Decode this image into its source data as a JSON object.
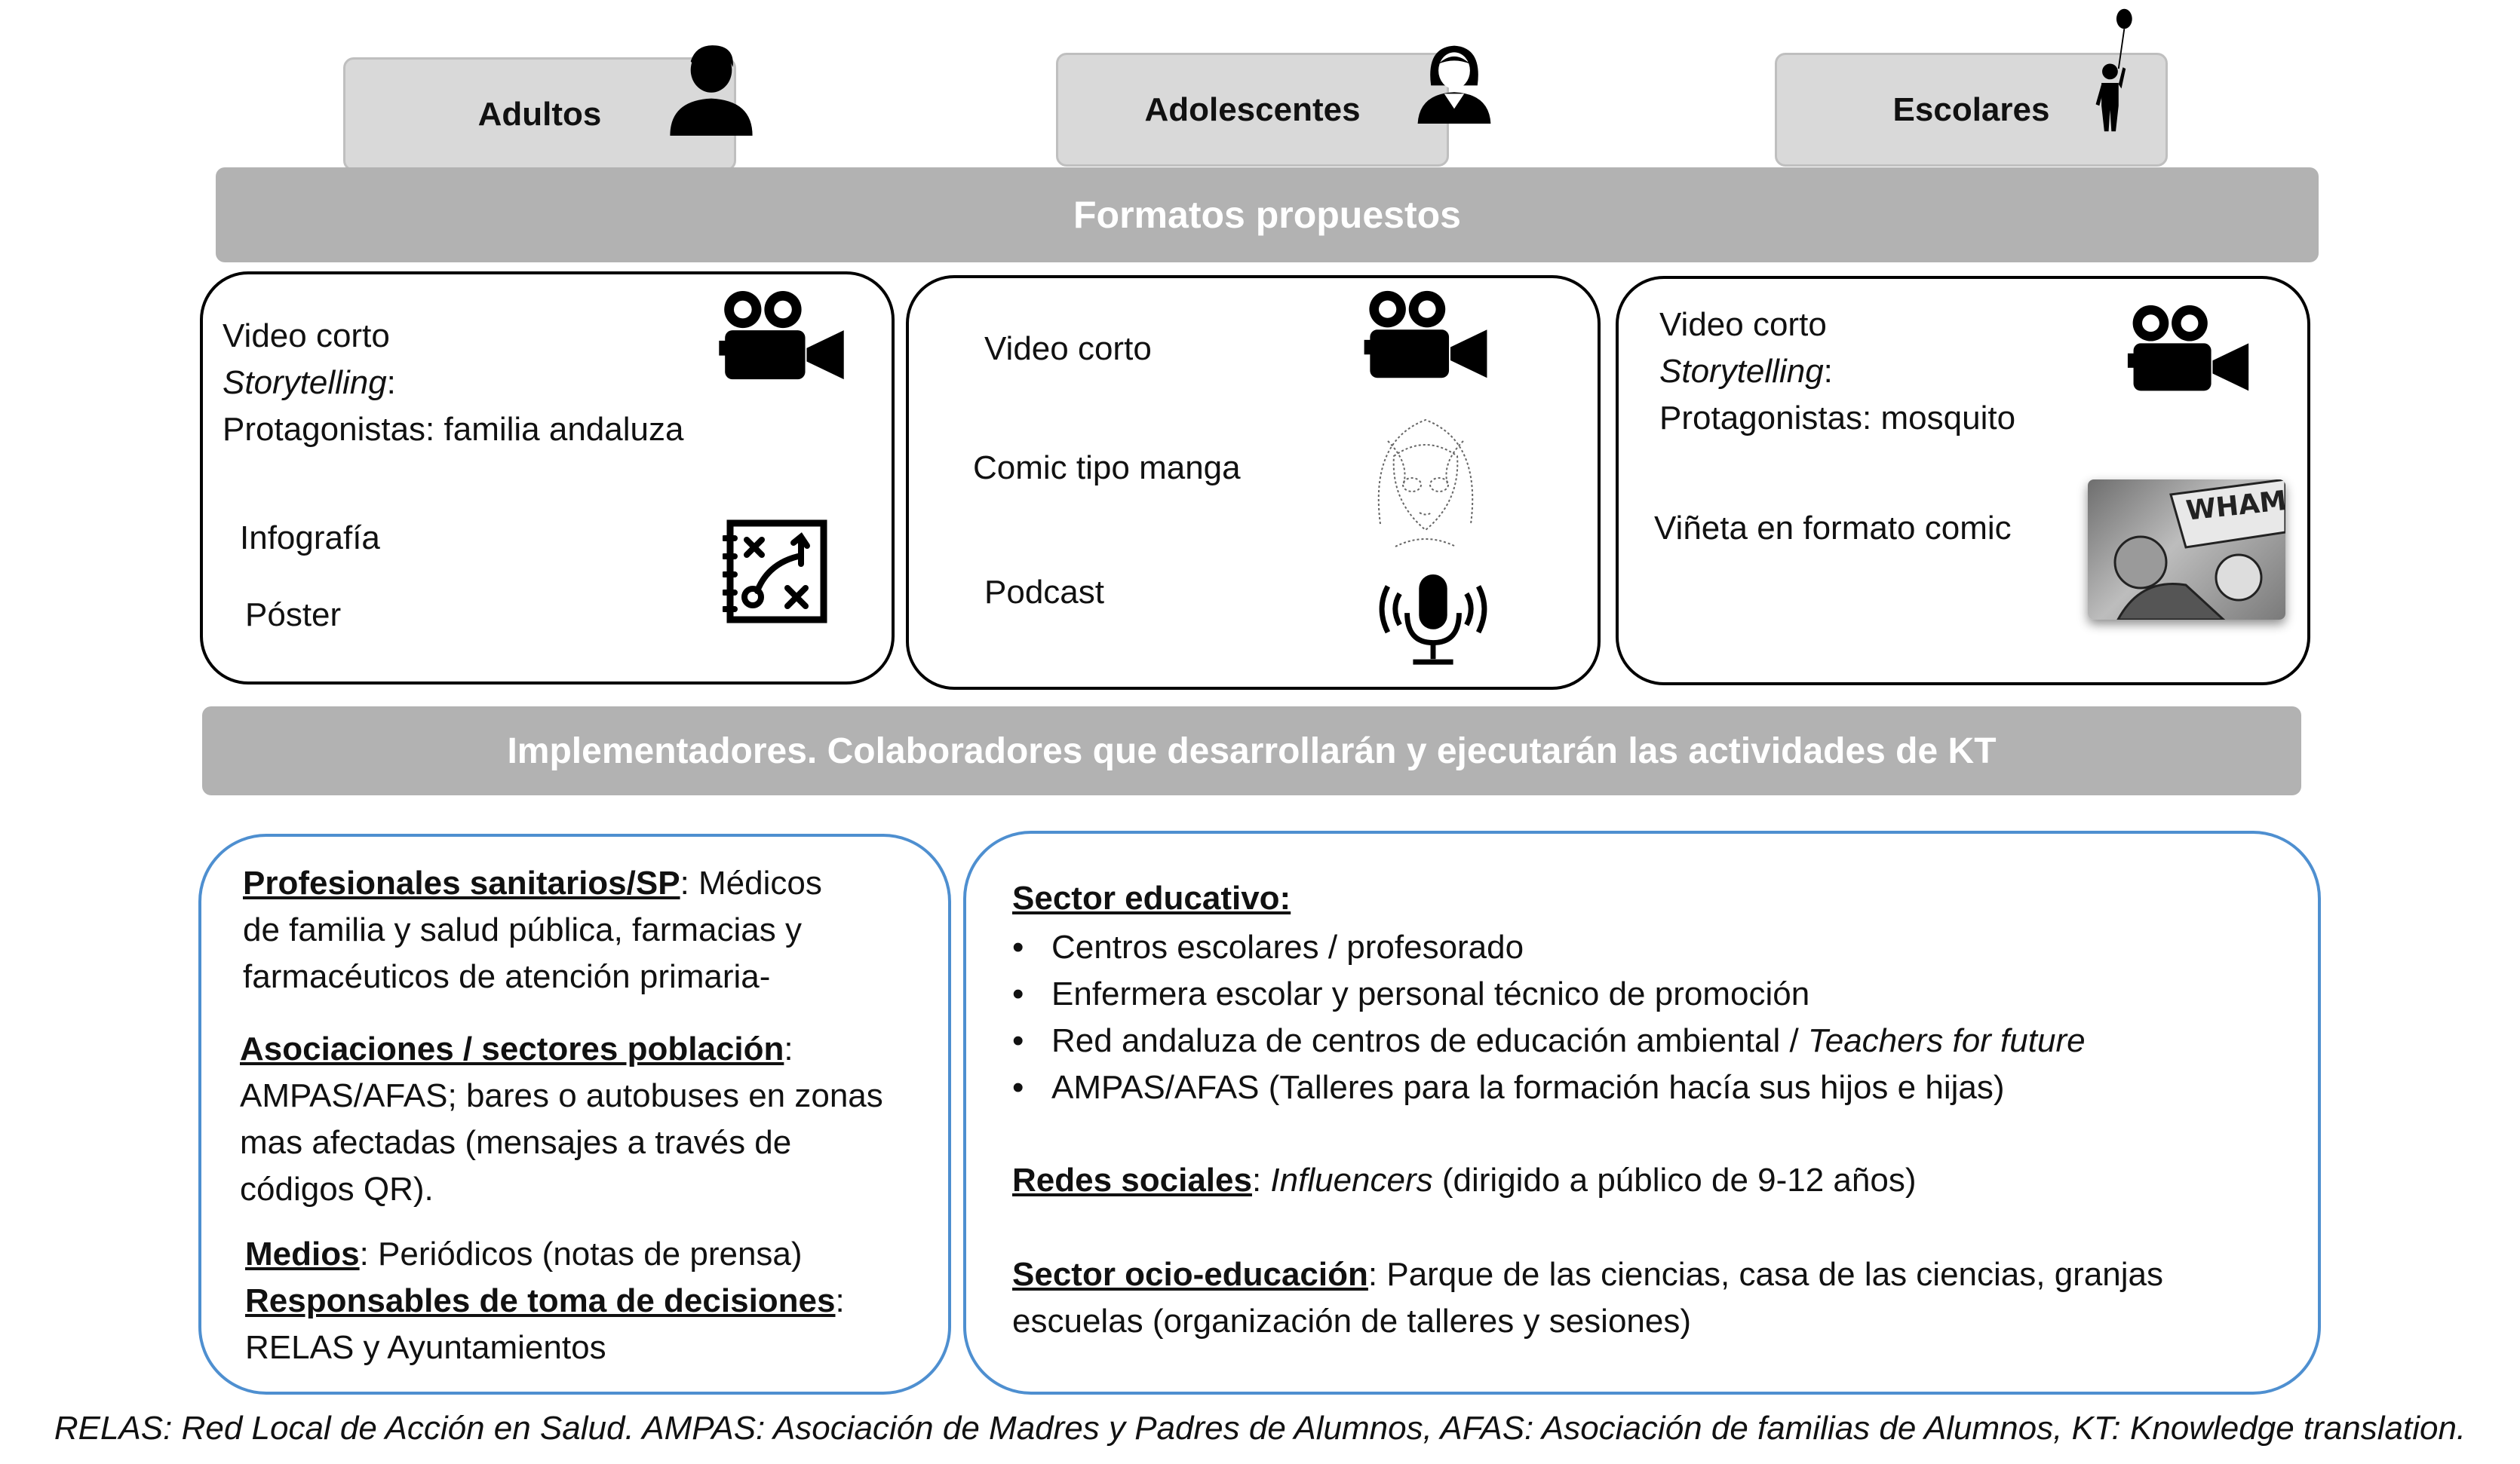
{
  "audience": {
    "adults": "Adultos",
    "adolescents": "Adolescentes",
    "schoolchildren": "Escolares"
  },
  "formats_header": "Formatos propuestos",
  "formats": {
    "adults": {
      "video": "Video corto",
      "storytelling": "Storytelling",
      "colon": ":",
      "protagonists": "Protagonistas: familia andaluza",
      "infographic": "Infografía",
      "poster": "Póster"
    },
    "adolescents": {
      "video": "Video corto",
      "comic": "Comic tipo manga",
      "podcast": "Podcast"
    },
    "schoolchildren": {
      "video": "Video corto",
      "storytelling": "Storytelling",
      "colon": ":",
      "protagonists": "Protagonistas: mosquito",
      "comic": "Viñeta en formato comic",
      "comic_image_text": "WHAM!"
    }
  },
  "implementers_header": "Implementadores. Colaboradores que desarrollarán y ejecutarán las actividades de KT",
  "left_panel": {
    "health_title": "Profesionales sanitarios/SP",
    "health_text_1": ": Médicos",
    "health_text_2": "de familia y salud pública, farmacias y",
    "health_text_3": "farmacéuticos de atención primaria-",
    "assoc_title": "Asociaciones / sectores población",
    "assoc_colon": ":",
    "assoc_text_1": "AMPAS/AFAS;  bares o autobuses en zonas",
    "assoc_text_2": "mas afectadas (mensajes a través de",
    "assoc_text_3": "códigos QR).",
    "media_title": "Medios",
    "media_text": ": Periódicos (notas de prensa)",
    "decision_title": "Responsables de toma de decisiones",
    "decision_colon": ":",
    "decision_text": "RELAS y Ayuntamientos"
  },
  "right_panel": {
    "edu_title": "Sector educativo:",
    "edu_items": [
      "Centros escolares  / profesorado",
      "Enfermera escolar y personal técnico de promoción",
      "Red andaluza de centros de educación ambiental / ",
      "AMPAS/AFAS (Talleres para la formación hacía sus hijos e hijas)"
    ],
    "edu_item3_italic": "Teachers for future",
    "social_title": "Redes sociales",
    "social_colon": ": ",
    "social_italic": "Influencers",
    "social_text": " (dirigido a público de 9-12 años)",
    "leisure_title": "Sector ocio-educación",
    "leisure_text_1": ": Parque de las ciencias, casa de las ciencias, granjas",
    "leisure_text_2": "escuelas (organización de talleres y sesiones)"
  },
  "footnote": "RELAS: Red Local de Acción en Salud. AMPAS: Asociación de Madres y Padres de Alumnos, AFAS: Asociación de familias de Alumnos, KT: Knowledge translation.",
  "icons": [
    "person-icon",
    "woman-icon",
    "child-balloon-icon",
    "movie-camera-icon",
    "strategy-board-icon",
    "manga-face-icon",
    "microphone-icon",
    "comic-image"
  ],
  "colors": {
    "header_bar": "#b2b2b2",
    "tab": "#d9d9d9",
    "implementer_border": "#4e8fd0"
  }
}
